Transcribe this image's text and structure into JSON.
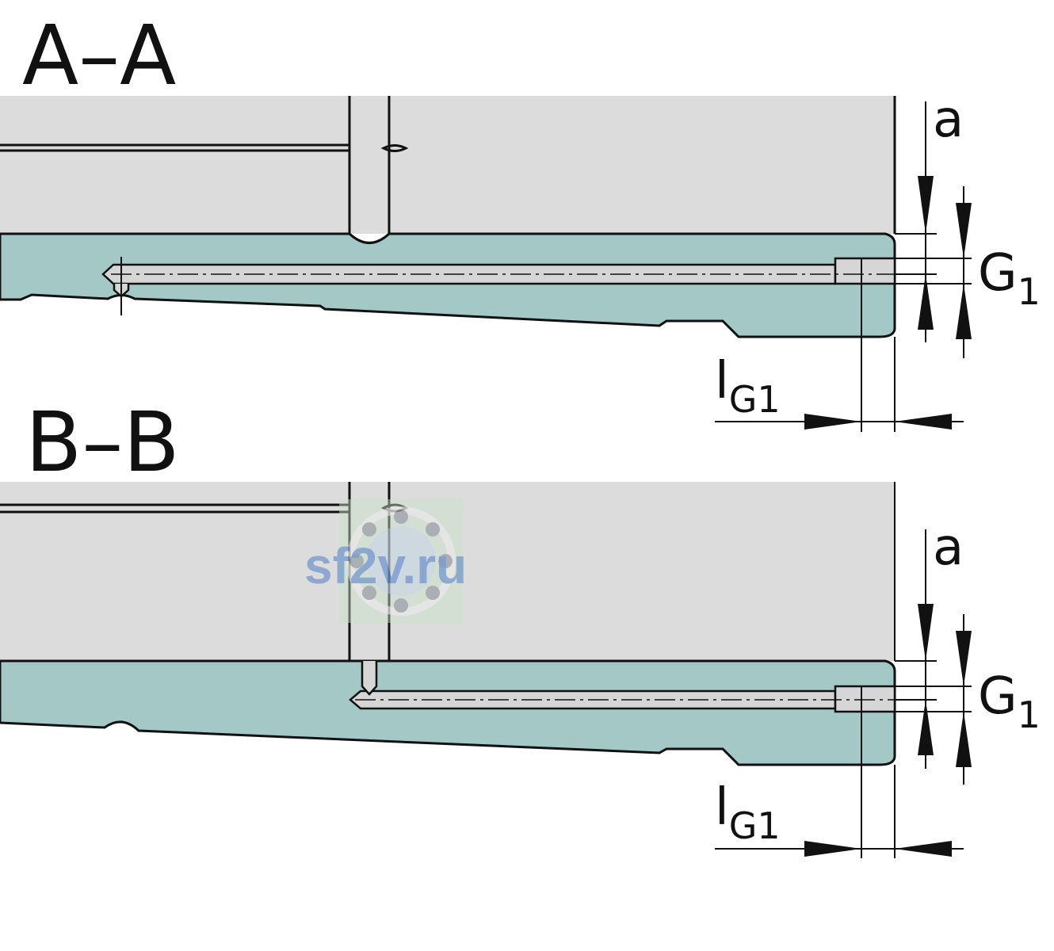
{
  "sections": [
    {
      "id": "aa",
      "title": "A–A",
      "dim_a": "a",
      "dim_g": "G",
      "dim_g_sub": "1",
      "dim_l": "l",
      "dim_l_sub": "G1"
    },
    {
      "id": "bb",
      "title": "B–B",
      "dim_a": "a",
      "dim_g": "G",
      "dim_g_sub": "1",
      "dim_l": "l",
      "dim_l_sub": "G1"
    }
  ],
  "colors": {
    "housing": "#dcdcdc",
    "rail": "#a3c8c6",
    "line": "#111111",
    "watermark": "#5b86c9"
  },
  "watermark": {
    "text": "sf2v.ru"
  }
}
